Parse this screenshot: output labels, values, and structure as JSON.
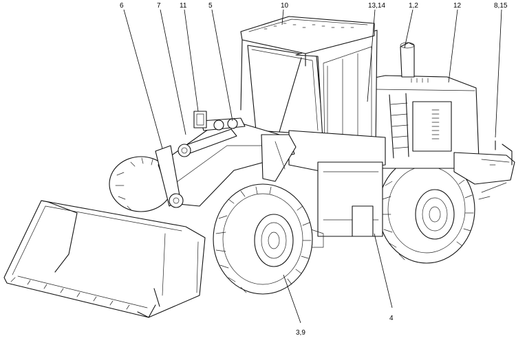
{
  "callouts": [
    {
      "id": "c6",
      "label": "6"
    },
    {
      "id": "c7",
      "label": "7"
    },
    {
      "id": "c11",
      "label": "11"
    },
    {
      "id": "c5",
      "label": "5"
    },
    {
      "id": "c10",
      "label": "10"
    },
    {
      "id": "c13",
      "label": "13,14"
    },
    {
      "id": "c1",
      "label": "1,2"
    },
    {
      "id": "c12",
      "label": "12"
    },
    {
      "id": "c8",
      "label": "8,15"
    },
    {
      "id": "c4",
      "label": "4"
    },
    {
      "id": "c3",
      "label": "3,9"
    }
  ]
}
